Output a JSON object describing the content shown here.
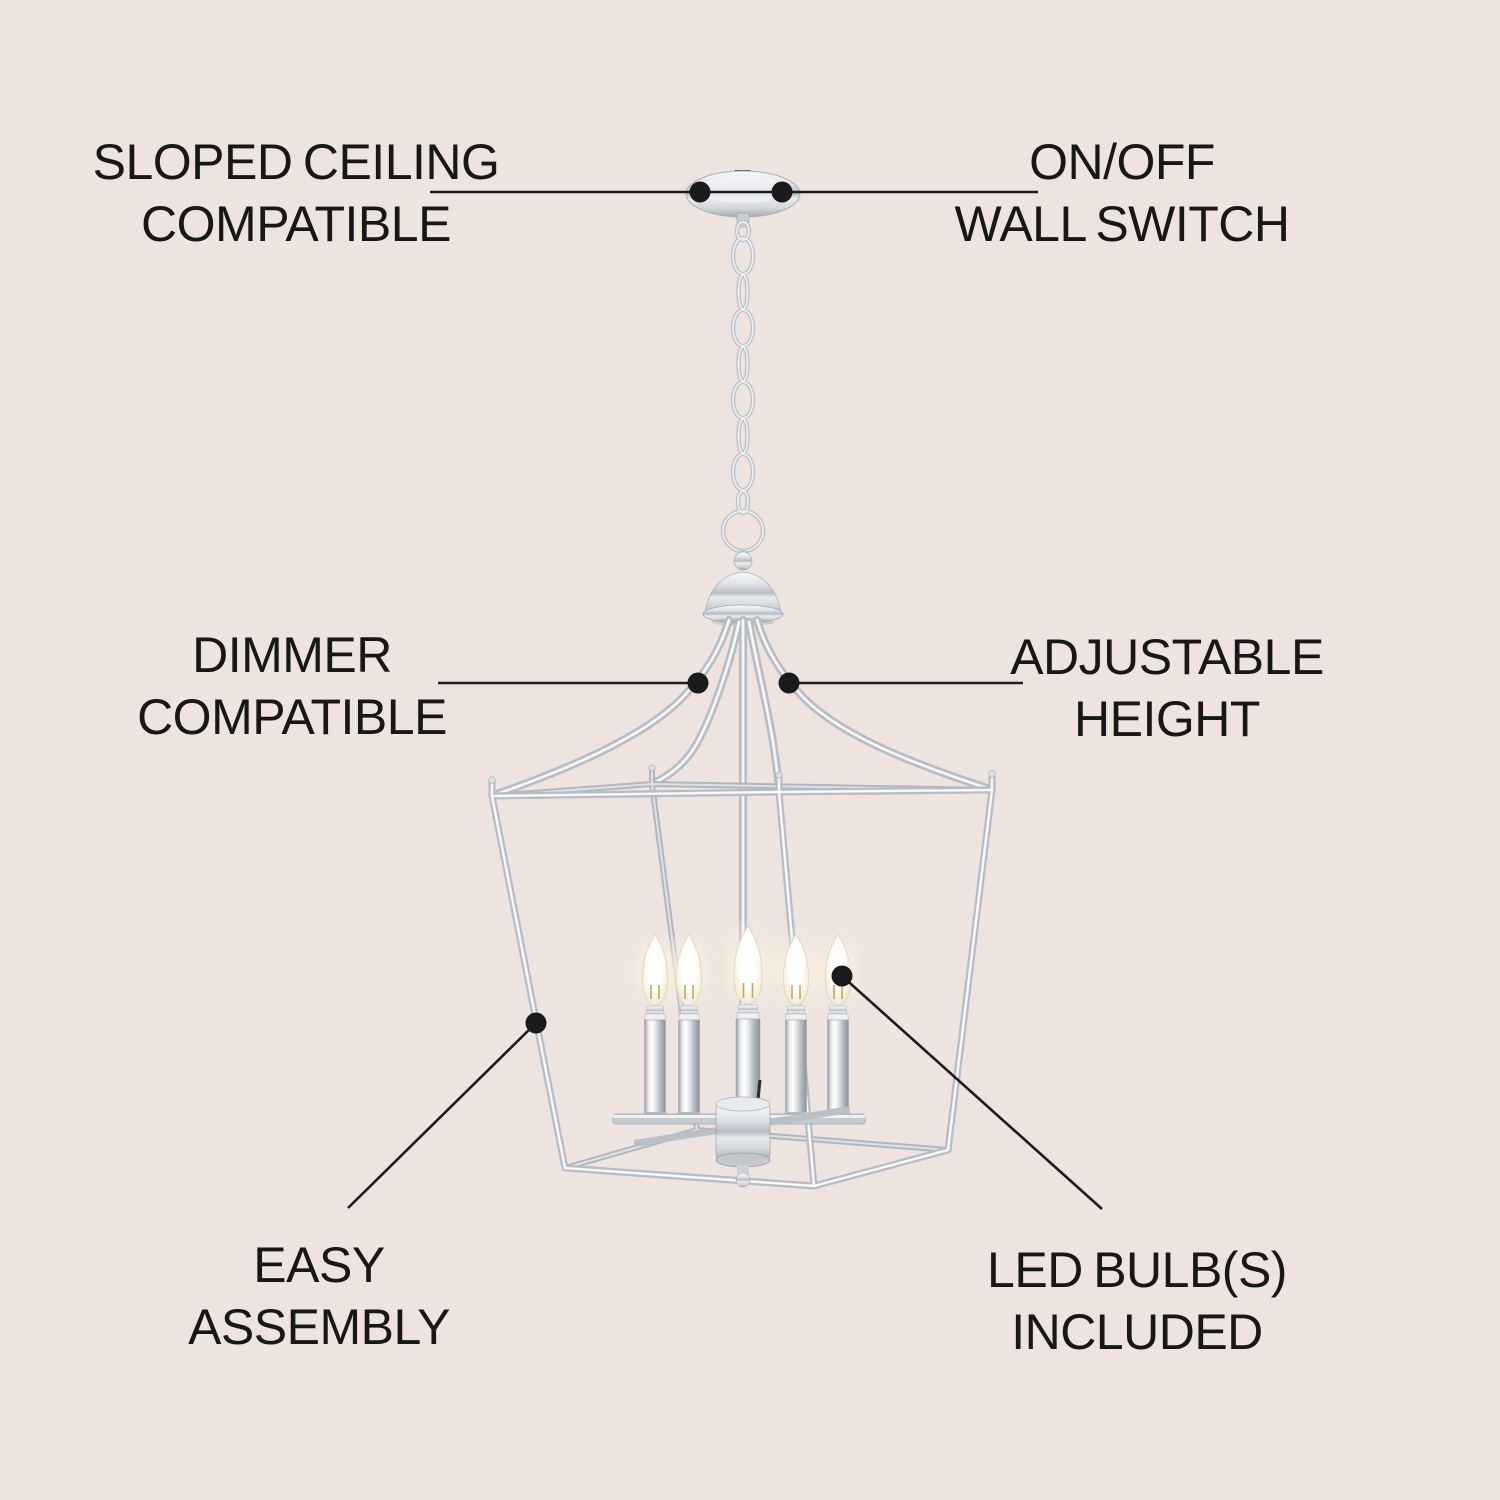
{
  "page": {
    "background_color": "#eee3df",
    "label_color": "#171717",
    "callout_color": "#1b1b1b",
    "metal_color": "#c9ced4",
    "glow_color": "#fff4db"
  },
  "product": {
    "visible_bulb_count": 5,
    "finish": "chrome"
  },
  "features": {
    "sloped_ceiling": {
      "line1": "SLOPED CEILING",
      "line2": "COMPATIBLE"
    },
    "wall_switch": {
      "line1": "ON/OFF",
      "line2": "WALL SWITCH"
    },
    "dimmer": {
      "line1": "DIMMER",
      "line2": "COMPATIBLE"
    },
    "adjustable": {
      "line1": "ADJUSTABLE",
      "line2": "HEIGHT"
    },
    "assembly": {
      "line1": "EASY",
      "line2": "ASSEMBLY"
    },
    "led": {
      "line1": "LED BULB(S)",
      "line2": "INCLUDED"
    }
  }
}
